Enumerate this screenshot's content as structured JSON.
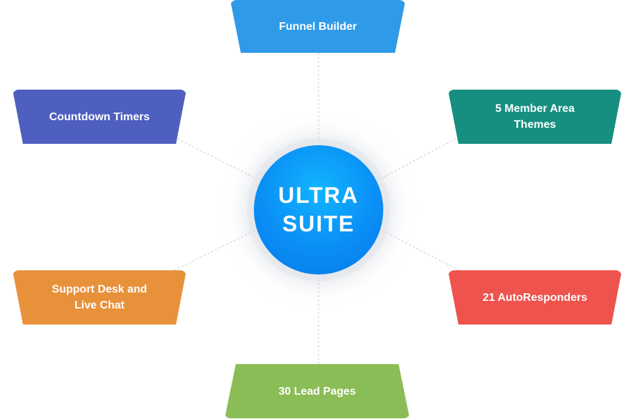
{
  "hub": {
    "line1": "ULTRA",
    "line2": "SUITE",
    "color": "#0a8ff5"
  },
  "nodes": {
    "funnel_builder": {
      "label": "Funnel Builder",
      "color": "#2f9ae8"
    },
    "countdown_timers": {
      "label": "Countdown Timers",
      "color": "#4e5fc0"
    },
    "member_themes": {
      "label": "5 Member Area\nThemes",
      "color": "#168f80"
    },
    "support_desk": {
      "label": "Support Desk and\nLive Chat",
      "color": "#e8913b"
    },
    "autoresponders": {
      "label": "21 AutoResponders",
      "color": "#ef534d"
    },
    "lead_pages": {
      "label": "30 Lead Pages",
      "color": "#8bbd56"
    }
  },
  "connector_color": "#c9c9c9"
}
